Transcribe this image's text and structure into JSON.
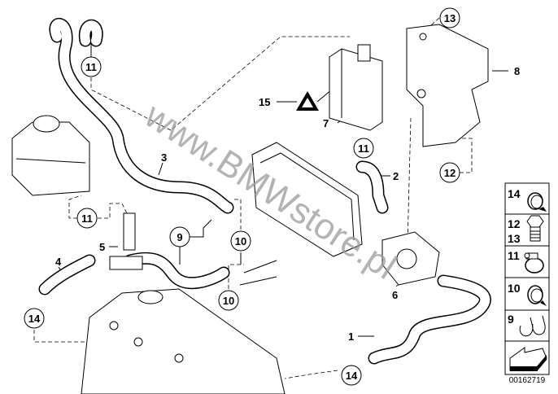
{
  "diagram": {
    "callouts": [
      {
        "id": "c11a",
        "label": "11",
        "circled": true
      },
      {
        "id": "c13",
        "label": "13",
        "circled": true
      },
      {
        "id": "c8",
        "label": "8",
        "circled": false
      },
      {
        "id": "c15",
        "label": "15",
        "circled": false
      },
      {
        "id": "c7",
        "label": "7",
        "circled": false
      },
      {
        "id": "c11b",
        "label": "11",
        "circled": true
      },
      {
        "id": "c2",
        "label": "2",
        "circled": false
      },
      {
        "id": "c12",
        "label": "12",
        "circled": true
      },
      {
        "id": "c3",
        "label": "3",
        "circled": false
      },
      {
        "id": "c11c",
        "label": "11",
        "circled": true
      },
      {
        "id": "c9",
        "label": "9",
        "circled": true
      },
      {
        "id": "c10a",
        "label": "10",
        "circled": true
      },
      {
        "id": "c5",
        "label": "5",
        "circled": false
      },
      {
        "id": "c4",
        "label": "4",
        "circled": false
      },
      {
        "id": "c10b",
        "label": "10",
        "circled": true
      },
      {
        "id": "c6",
        "label": "6",
        "circled": false
      },
      {
        "id": "c14a",
        "label": "14",
        "circled": true
      },
      {
        "id": "c1",
        "label": "1",
        "circled": false
      },
      {
        "id": "c14b",
        "label": "14",
        "circled": true
      }
    ],
    "watermark": "www.BMWstore.pl",
    "legend": [
      {
        "labels": [
          "14"
        ],
        "icon": "hose-clamp-spring-icon"
      },
      {
        "labels": [
          "12",
          "13"
        ],
        "icon": "hex-bolt-icon"
      },
      {
        "labels": [
          "11"
        ],
        "icon": "worm-clamp-icon"
      },
      {
        "labels": [
          "10"
        ],
        "icon": "hose-clamp-spring-icon"
      },
      {
        "labels": [
          "9"
        ],
        "icon": "double-clip-icon"
      },
      {
        "labels": [],
        "icon": "direction-arrow-icon"
      }
    ],
    "diagram_code": "00162719"
  }
}
